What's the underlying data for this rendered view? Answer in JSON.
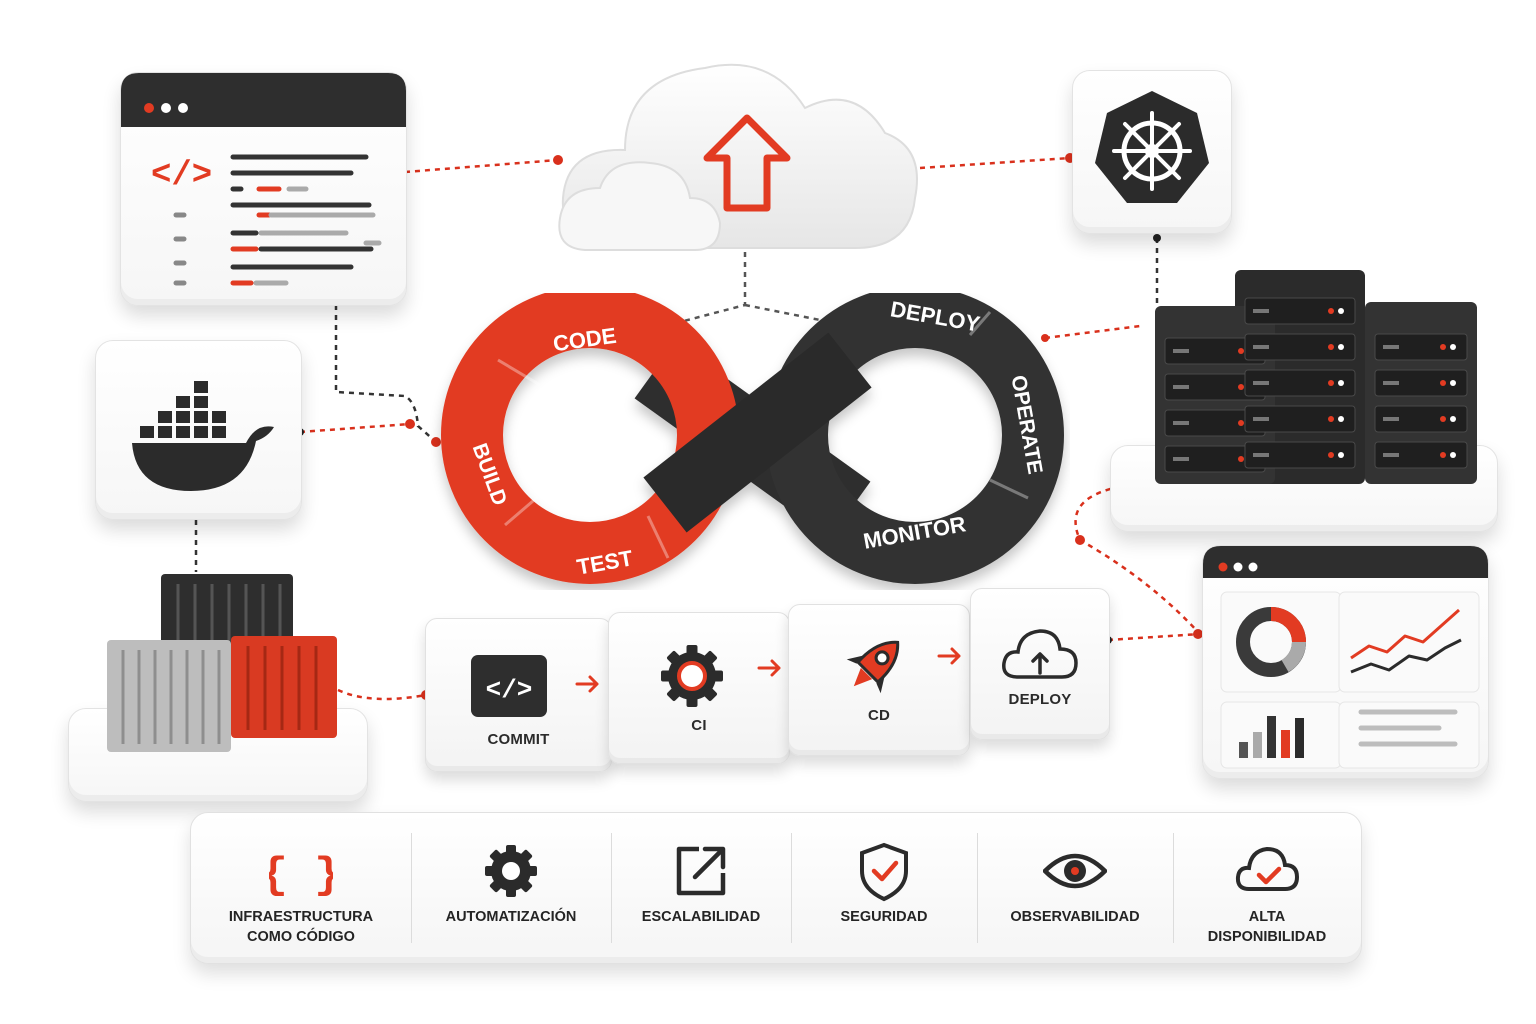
{
  "colors": {
    "accent": "#e23b22",
    "dark": "#333333",
    "light": "#ffffff"
  },
  "infinity_loop": {
    "stages": [
      "CODE",
      "BUILD",
      "TEST",
      "DEPLOY",
      "OPERATE",
      "MONITOR"
    ]
  },
  "pipeline": {
    "steps": [
      {
        "label": "COMMIT",
        "icon": "code-icon"
      },
      {
        "label": "CI",
        "icon": "gear-icon"
      },
      {
        "label": "CD",
        "icon": "rocket-icon"
      },
      {
        "label": "DEPLOY",
        "icon": "cloud-upload-icon"
      }
    ]
  },
  "nodes": {
    "code_editor": {
      "icon": "code-editor-icon",
      "glyph": "</>"
    },
    "cloud": {
      "icon": "cloud-upload-arrow-icon"
    },
    "kubernetes": {
      "icon": "kubernetes-helm-icon"
    },
    "docker": {
      "icon": "docker-whale-icon"
    },
    "containers": {
      "icon": "shipping-containers-icon"
    },
    "servers": {
      "icon": "server-racks-icon"
    },
    "dashboard": {
      "icon": "monitoring-dashboard-icon"
    }
  },
  "features": [
    {
      "label": "INFRAESTRUCTURA\nCOMO CÓDIGO",
      "icon": "braces-icon"
    },
    {
      "label": "AUTOMATIZACIÓN",
      "icon": "gear-icon"
    },
    {
      "label": "ESCALABILIDAD",
      "icon": "external-link-icon"
    },
    {
      "label": "SEGURIDAD",
      "icon": "shield-check-icon"
    },
    {
      "label": "OBSERVABILIDAD",
      "icon": "eye-icon"
    },
    {
      "label": "ALTA\nDISPONIBILIDAD",
      "icon": "cloud-check-icon"
    }
  ]
}
